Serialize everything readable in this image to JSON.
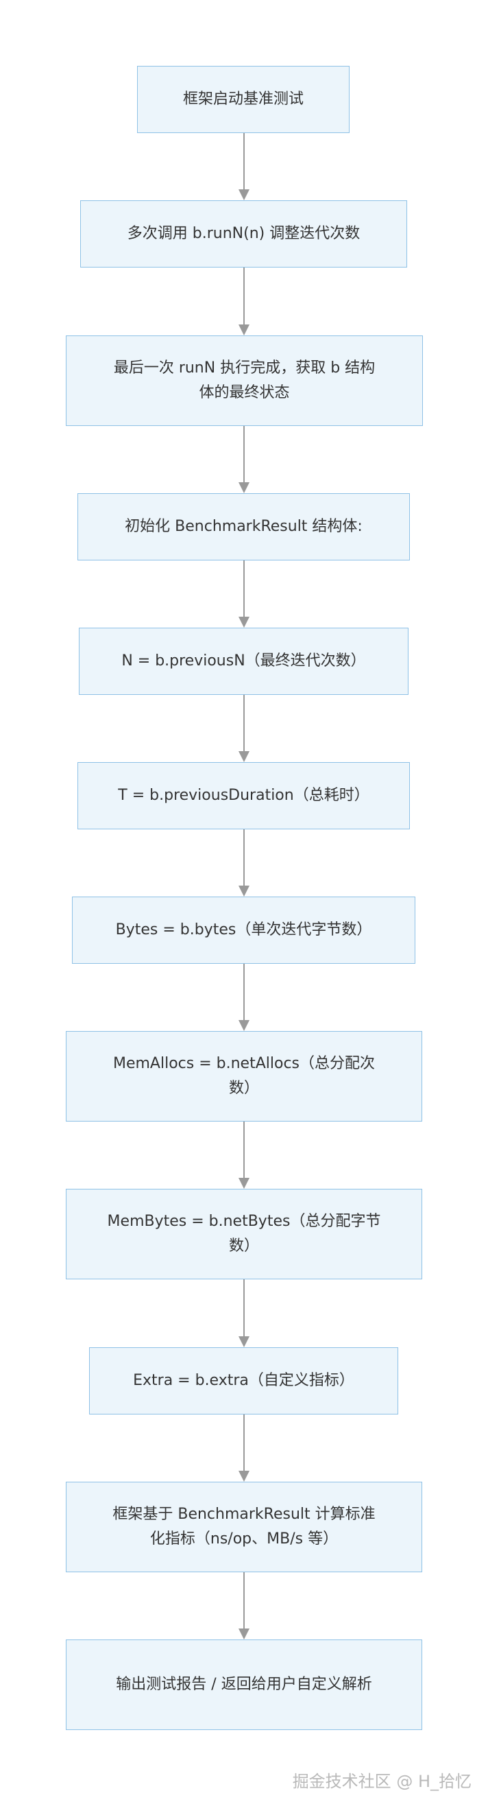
{
  "nodes": [
    {
      "id": "n1",
      "text": "框架启动基准测试"
    },
    {
      "id": "n2",
      "text": "多次调用 b.runN(n) 调整迭代次数"
    },
    {
      "id": "n3",
      "text": "最后一次 runN 执行完成，获取 b 结构体的最终状态"
    },
    {
      "id": "n4",
      "text": "初始化 BenchmarkResult 结构体:"
    },
    {
      "id": "n5",
      "text": "N = b.previousN（最终迭代次数）"
    },
    {
      "id": "n6",
      "text": "T = b.previousDuration（总耗时）"
    },
    {
      "id": "n7",
      "text": "Bytes = b.bytes（单次迭代字节数）"
    },
    {
      "id": "n8",
      "text": "MemAllocs = b.netAllocs（总分配次数）"
    },
    {
      "id": "n9",
      "text": "MemBytes = b.netBytes（总分配字节数）"
    },
    {
      "id": "n10",
      "text": "Extra = b.extra（自定义指标）"
    },
    {
      "id": "n11",
      "text": "框架基于 BenchmarkResult 计算标准化指标（ns/op、MB/s 等）"
    },
    {
      "id": "n12",
      "text": "输出测试报告 / 返回给用户自定义解析"
    }
  ],
  "watermark": "掘金技术社区 @ H_拾忆",
  "colors": {
    "node_fill": "#ecf5fb",
    "node_border": "#8ec1e6",
    "arrow": "#999999",
    "text": "#333333"
  }
}
